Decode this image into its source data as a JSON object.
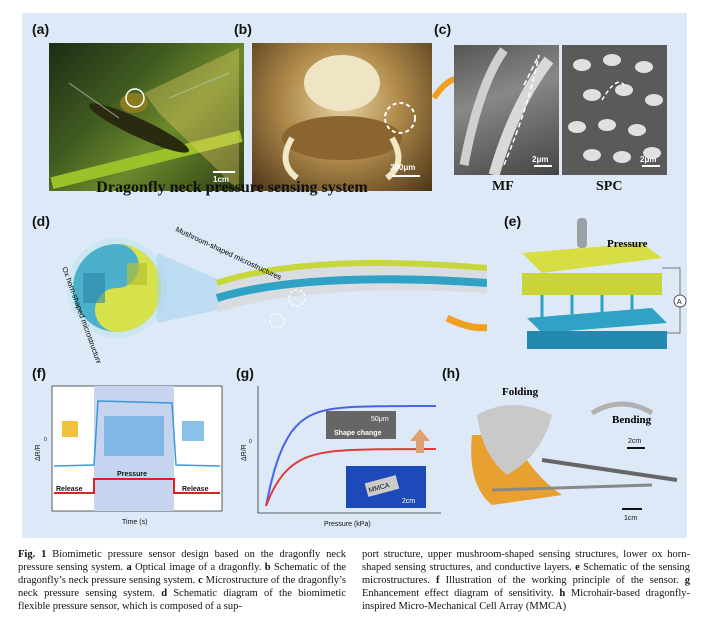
{
  "panels": {
    "a": {
      "label": "(a)",
      "scale": "1cm"
    },
    "b": {
      "label": "(b)",
      "scale": "300μm"
    },
    "c": {
      "label": "(c)",
      "scale_left": "2μm",
      "scale_right": "2μm",
      "left_name": "MF",
      "right_name": "SPC"
    },
    "d": {
      "label": "(d)",
      "text_mushroom": "Mushroom-shaped microstructures",
      "text_ox": "Ox horn-shaped microstructures"
    },
    "e": {
      "label": "(e)",
      "text_pressure": "Pressure",
      "meter": "A"
    },
    "f": {
      "label": "(f)",
      "ylabel": "ΔR/R",
      "ysub": "0",
      "xlabel": "Time (s)",
      "text_pressure": "Pressure",
      "text_release_left": "Release",
      "text_release_right": "Release"
    },
    "g": {
      "label": "(g)",
      "ylabel": "ΔR/R",
      "ysub": "0",
      "xlabel": "Pressure (kPa)",
      "scale_inset": "50μm",
      "text_shape": "Shape change",
      "text_mmca": "MMCA",
      "scale_photo": "2cm"
    },
    "h": {
      "label": "(h)",
      "text_folding": "Folding",
      "text_bending": "Bending",
      "scale_bend": "2cm",
      "scale_fold": "1cm"
    }
  },
  "system_title": "Dragonfly neck pressure sensing system",
  "caption": {
    "fig": "Fig. 1",
    "part1": " Biomimetic pressure sensor design based on the dragonfly neck pressure sensing system. ",
    "a": "a",
    "a_text": " Optical image of a dragonfly. ",
    "b": "b",
    "b_text": " Schematic of the dragonfly’s neck pressure sensing system. ",
    "c": "c",
    "c_text": " Microstructure of the dragonfly’s neck pressure sensing system. ",
    "d": "d",
    "d_text": " Schematic diagram of the biomimetic flexible pressure sensor, which is composed of a sup-",
    "right_cont": "port structure, upper mushroom-shaped sensing structures, lower ox horn-shaped sensing structures, and conductive layers. ",
    "e": "e",
    "e_text": " Schematic of the sensing microstructures. ",
    "f": "f",
    "f_text": " Illustration of the working principle of the sensor. ",
    "g": "g",
    "g_text": " Enhancement effect diagram of sensitivity. ",
    "h": "h",
    "h_text": " Microhair-based dragonfly-inspired Micro-Mechanical Cell Array (MMCA)"
  },
  "colors": {
    "figure_bg": "#dde9f7",
    "blue_curve": "#4a63e8",
    "red_curve": "#e23b3b",
    "signal": "#3a9ad9",
    "step": "#e02020"
  }
}
